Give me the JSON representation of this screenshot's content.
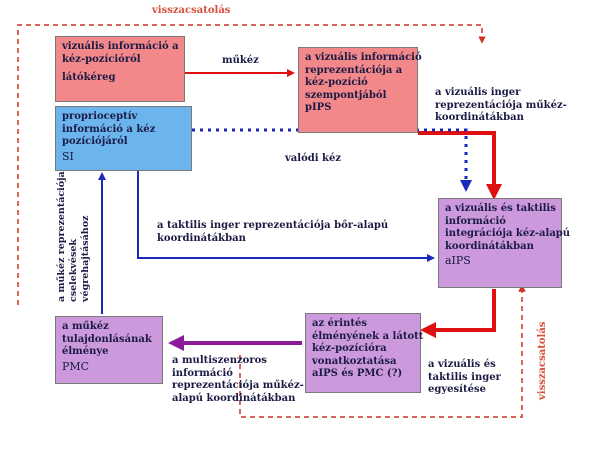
{
  "boxes": {
    "visual": {
      "lines": [
        "vizuális információ a",
        "kéz-pozícióról"
      ],
      "tag": "látókéreg"
    },
    "proprio": {
      "lines": [
        "proprioceptív",
        "információ a kéz",
        "pozíciójáról"
      ],
      "tag": "SI"
    },
    "pips": {
      "lines": [
        "a vizuális információ",
        "reprezentációja a",
        "kéz-pozíció",
        "szempontjából"
      ],
      "tag": "pIPS"
    },
    "aips": {
      "lines": [
        "a vizuális és taktilis",
        "információ",
        "integrációja kéz-alapú",
        "koordinátákban"
      ],
      "tag": "aIPS"
    },
    "aips_pmc": {
      "lines": [
        "az érintés",
        "élményének a látott",
        "kéz-pozícióra",
        "vonatkoztatása"
      ],
      "tag": "aIPS és PMC (?)"
    },
    "pmc": {
      "lines": [
        "a műkéz",
        "tulajdonlásának",
        "élménye"
      ],
      "tag": "PMC"
    }
  },
  "labels": {
    "mukez": "műkéz",
    "visual_stimulus": [
      "a vizuális inger",
      "reprezentációja műkéz-",
      "koordinátákban"
    ],
    "valodi_kez": "valódi kéz",
    "tactile": [
      "a taktilis inger reprezentációja bőr-alapú",
      "koordinátákban"
    ],
    "unify": [
      "a vizuális és",
      "taktilis inger",
      "egyesítése"
    ],
    "multisensory": [
      "a multiszenzoros",
      "információ",
      "reprezentációja műkéz-",
      "alapú koordinátákban"
    ],
    "motor": [
      "a műkéz reprezentációja",
      "cselekvések",
      "végrehajtásához"
    ],
    "feedback_top": "visszacsatolás",
    "feedback_right": "visszacsatolás"
  },
  "colors": {
    "red_box": "#f2888a",
    "blue_box": "#6cb4ee",
    "purple_box": "#cc99dd",
    "red_arrow": "#dd1111",
    "blue_arrow": "#1a2bbb",
    "dotted_arrow": "#1a2bbb",
    "purple_arrow": "#8a1a9a",
    "feedback": "#cc3322"
  }
}
